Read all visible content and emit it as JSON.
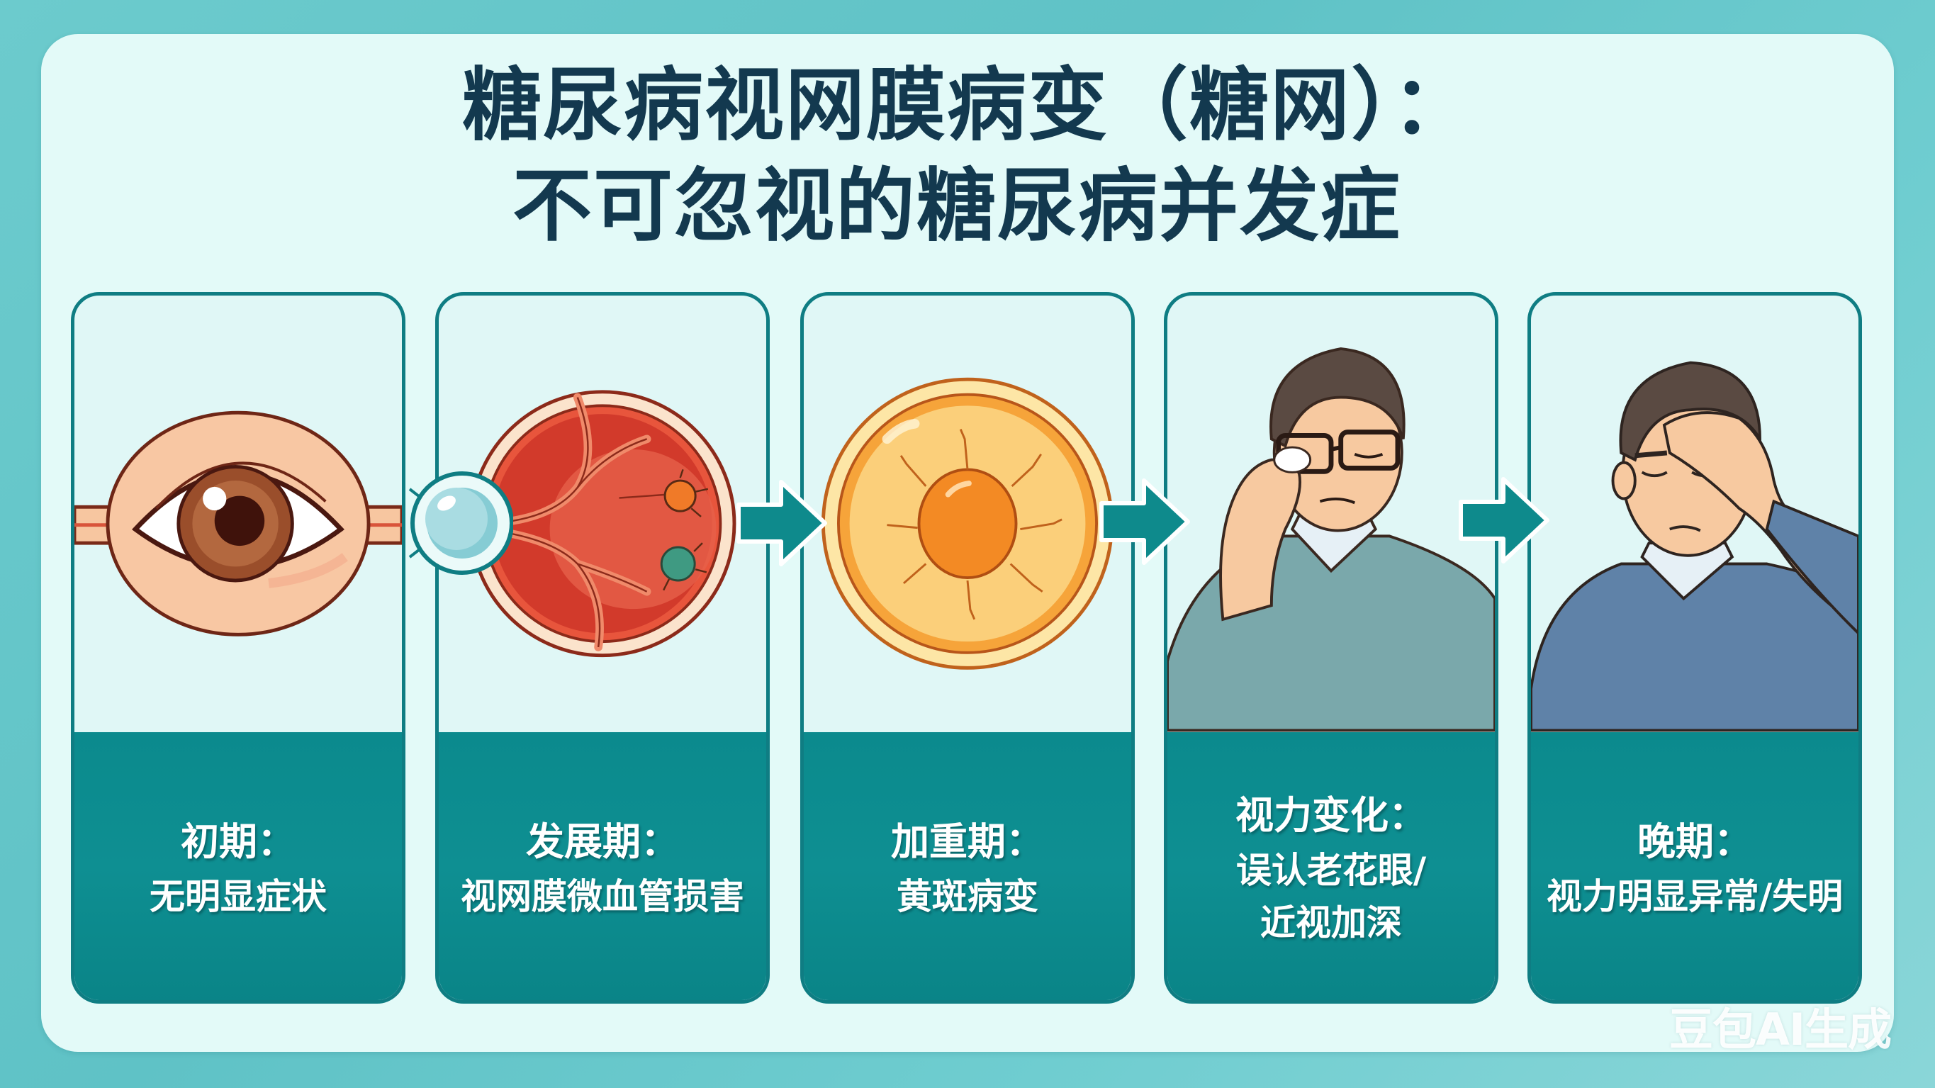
{
  "title": {
    "line1": "糖尿病视网膜病变（糖网）：",
    "line2": "不可忽视的糖尿病并发症"
  },
  "stages": [
    {
      "stage": "初期：",
      "desc": [
        "无明显症状"
      ],
      "illustration": "healthy-eye"
    },
    {
      "stage": "发展期：",
      "desc": [
        "视网膜微血管损害"
      ],
      "illustration": "retina-microvascular-damage"
    },
    {
      "stage": "加重期：",
      "desc": [
        "黄斑病变"
      ],
      "illustration": "macular-lesion"
    },
    {
      "stage": "视力变化：",
      "desc": [
        "误认老花眼/",
        "近视加深"
      ],
      "illustration": "man-rubbing-eye-glasses"
    },
    {
      "stage": "晚期：",
      "desc": [
        "视力明显异常/失明"
      ],
      "illustration": "man-holding-head"
    }
  ],
  "connectors": [
    "magnifier-lens",
    "arrow-right",
    "arrow-right",
    "arrow-right"
  ],
  "watermark": "豆包AI生成",
  "colors": {
    "background": "#62c5c8",
    "frame": "#e3faf8",
    "title": "#13394f",
    "panel_border": "#0f7d83",
    "caption_band": "#0b8a8d",
    "arrow": "#0e8a8c",
    "caption_text": "#ffffff"
  }
}
